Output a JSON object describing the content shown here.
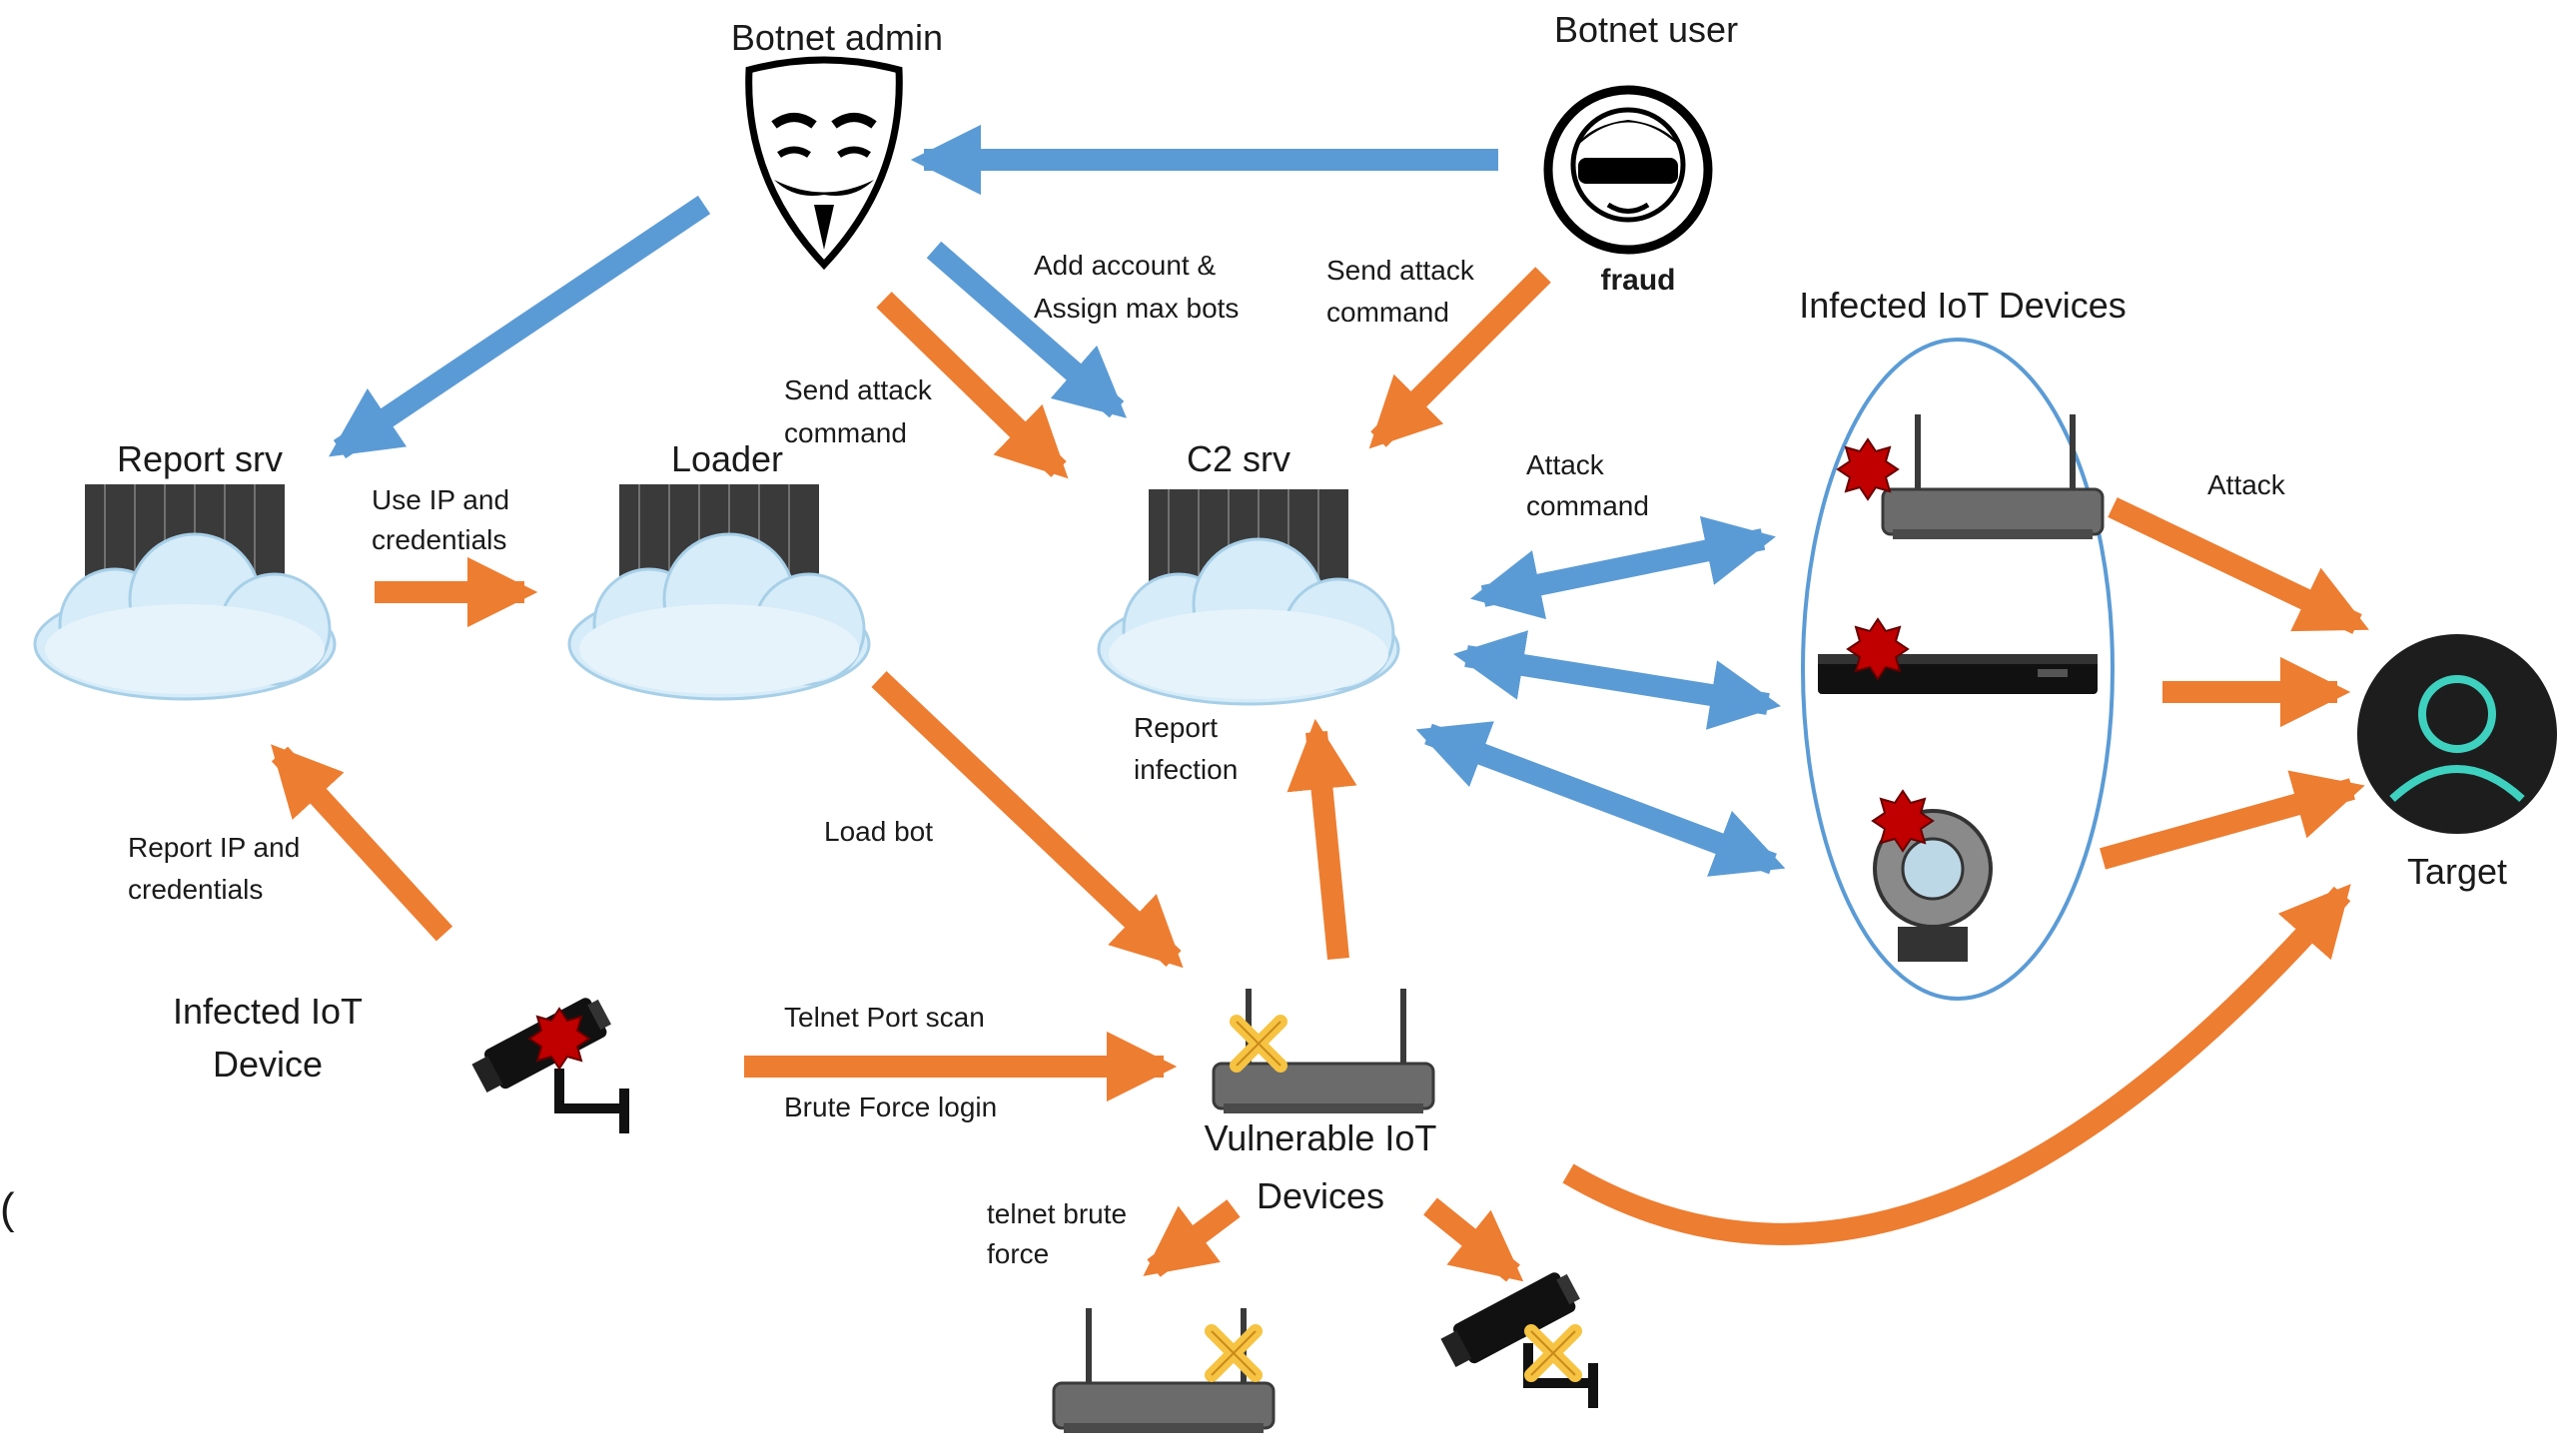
{
  "nodes": {
    "botnet_admin": "Botnet admin",
    "botnet_user": "Botnet user",
    "fraud_text": "fraud",
    "report_srv": "Report srv",
    "loader": "Loader",
    "c2_srv": "C2 srv",
    "infected_iot_devices": "Infected IoT Devices",
    "target": "Target",
    "infected_iot_device": [
      "Infected IoT",
      "Device"
    ],
    "vulnerable_iot_devices": [
      "Vulnerable IoT",
      "Devices"
    ]
  },
  "edges": {
    "add_account": [
      "Add account &",
      "Assign max bots"
    ],
    "send_attack_user": [
      "Send attack",
      "command"
    ],
    "send_attack_admin": [
      "Send attack",
      "command"
    ],
    "use_ip": [
      "Use IP and",
      "credentials"
    ],
    "attack_command": [
      "Attack",
      "command"
    ],
    "attack": "Attack",
    "report_infection": [
      "Report",
      "infection"
    ],
    "report_ip": [
      "Report IP and",
      "credentials"
    ],
    "load_bot": "Load bot",
    "telnet_scan": "Telnet Port scan",
    "brute_force": "Brute Force login",
    "telnet_brute": [
      "telnet brute",
      "force"
    ]
  },
  "edge_label": "(",
  "colors": {
    "blue_arrow": "#5b9bd5",
    "orange_arrow": "#ed7d31",
    "server_dark": "#3a3a3a",
    "cloud": "#d6ecf8",
    "device": "#6b6b6b",
    "infection_red": "#c00000",
    "vuln_yellow": "#f6c342",
    "target_bg": "#1d1d1d",
    "target_ring": "#3fd1c0",
    "ellipse": "#5b9bd5"
  }
}
